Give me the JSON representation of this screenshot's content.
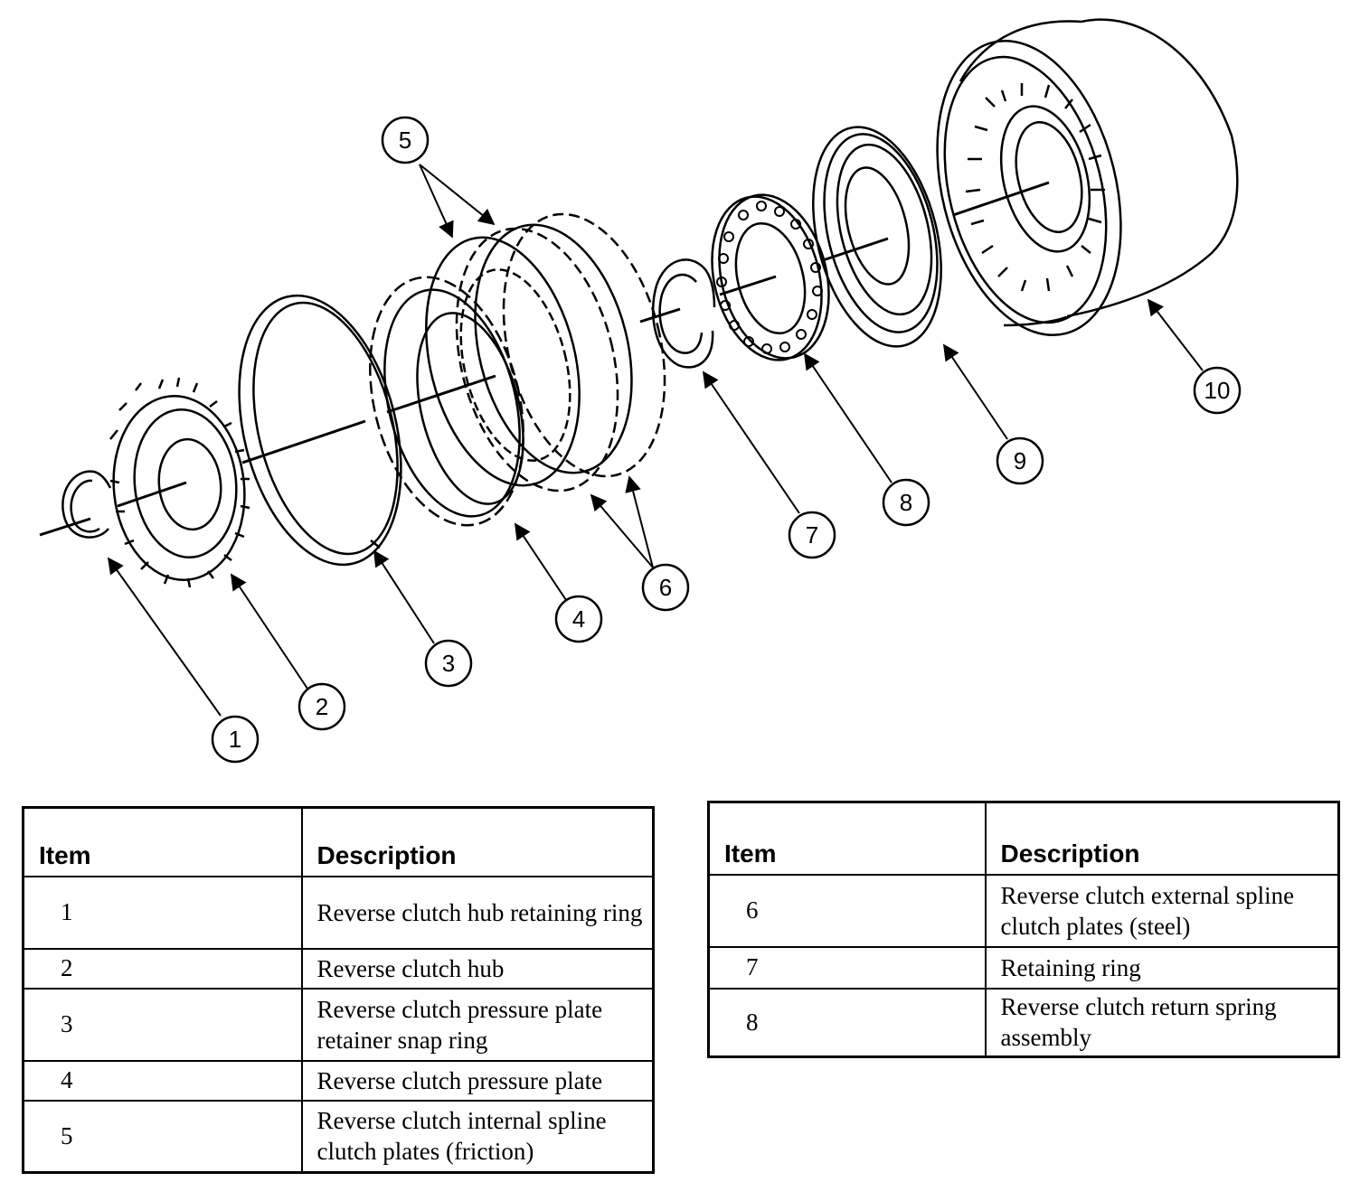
{
  "diagram": {
    "callouts": [
      "1",
      "2",
      "3",
      "4",
      "5",
      "6",
      "7",
      "8",
      "9",
      "10"
    ]
  },
  "table_left": {
    "headers": {
      "item": "Item",
      "description": "Description"
    },
    "rows": [
      {
        "item": "1",
        "description": "Reverse clutch hub retaining ring"
      },
      {
        "item": "2",
        "description": "Reverse clutch hub"
      },
      {
        "item": "3",
        "description": "Reverse clutch pressure plate retainer snap ring"
      },
      {
        "item": "4",
        "description": "Reverse clutch pressure plate"
      },
      {
        "item": "5",
        "description": "Reverse clutch internal spline clutch plates (friction)"
      }
    ]
  },
  "table_right": {
    "headers": {
      "item": "Item",
      "description": "Description"
    },
    "rows": [
      {
        "item": "6",
        "description": "Reverse clutch external spline clutch plates (steel)"
      },
      {
        "item": "7",
        "description": "Retaining ring"
      },
      {
        "item": "8",
        "description": "Reverse clutch return spring assembly"
      }
    ]
  }
}
